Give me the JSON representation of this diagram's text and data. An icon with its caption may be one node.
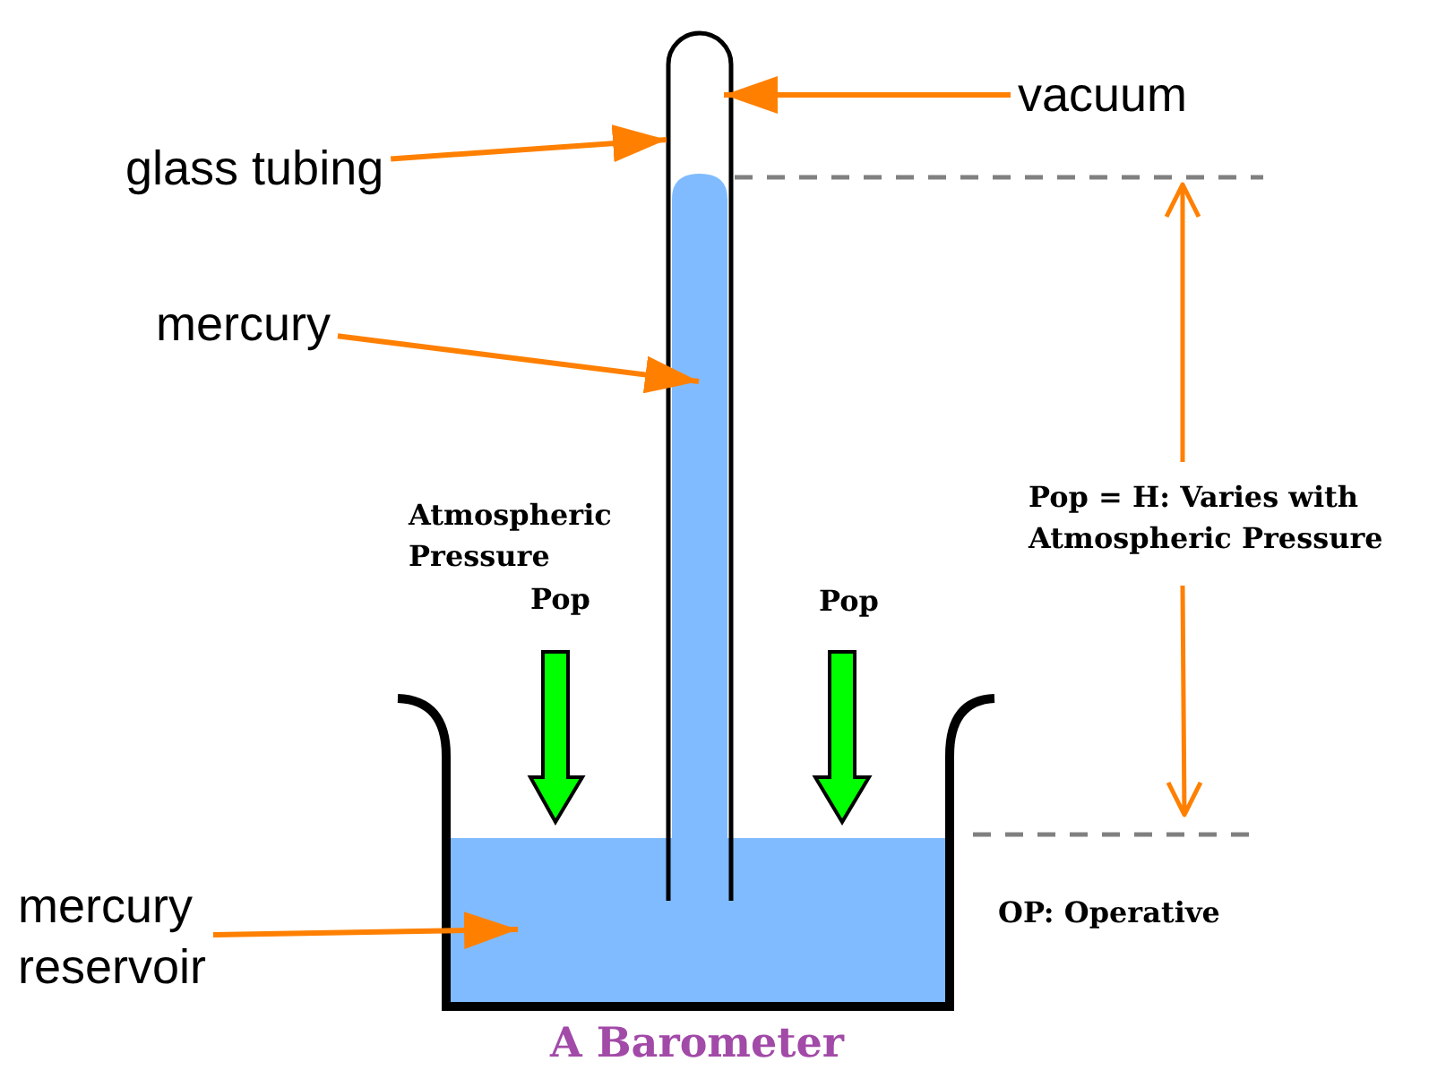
{
  "diagram": {
    "caption": "A Barometer",
    "nodes": [
      {
        "text": [
          "vacuum"
        ]
      },
      {
        "text": [
          "glass tubing"
        ]
      },
      {
        "text": [
          "mercury"
        ]
      },
      {
        "text": [
          "mercury reservoir"
        ]
      }
    ],
    "edges": [
      {
        "from": 0,
        "to": null,
        "arrow": "to"
      },
      {
        "from": 1,
        "to": null,
        "arrow": "to"
      },
      {
        "from": 2,
        "to": null,
        "arrow": "to"
      },
      {
        "from": 3,
        "to": null,
        "arrow": "to"
      }
    ],
    "labels": [
      "Atmospheric Pressure",
      "Pop = H: Varies with Atmospheric Pressure",
      "Pop",
      "Pop",
      "OP: Operative"
    ]
  }
}
